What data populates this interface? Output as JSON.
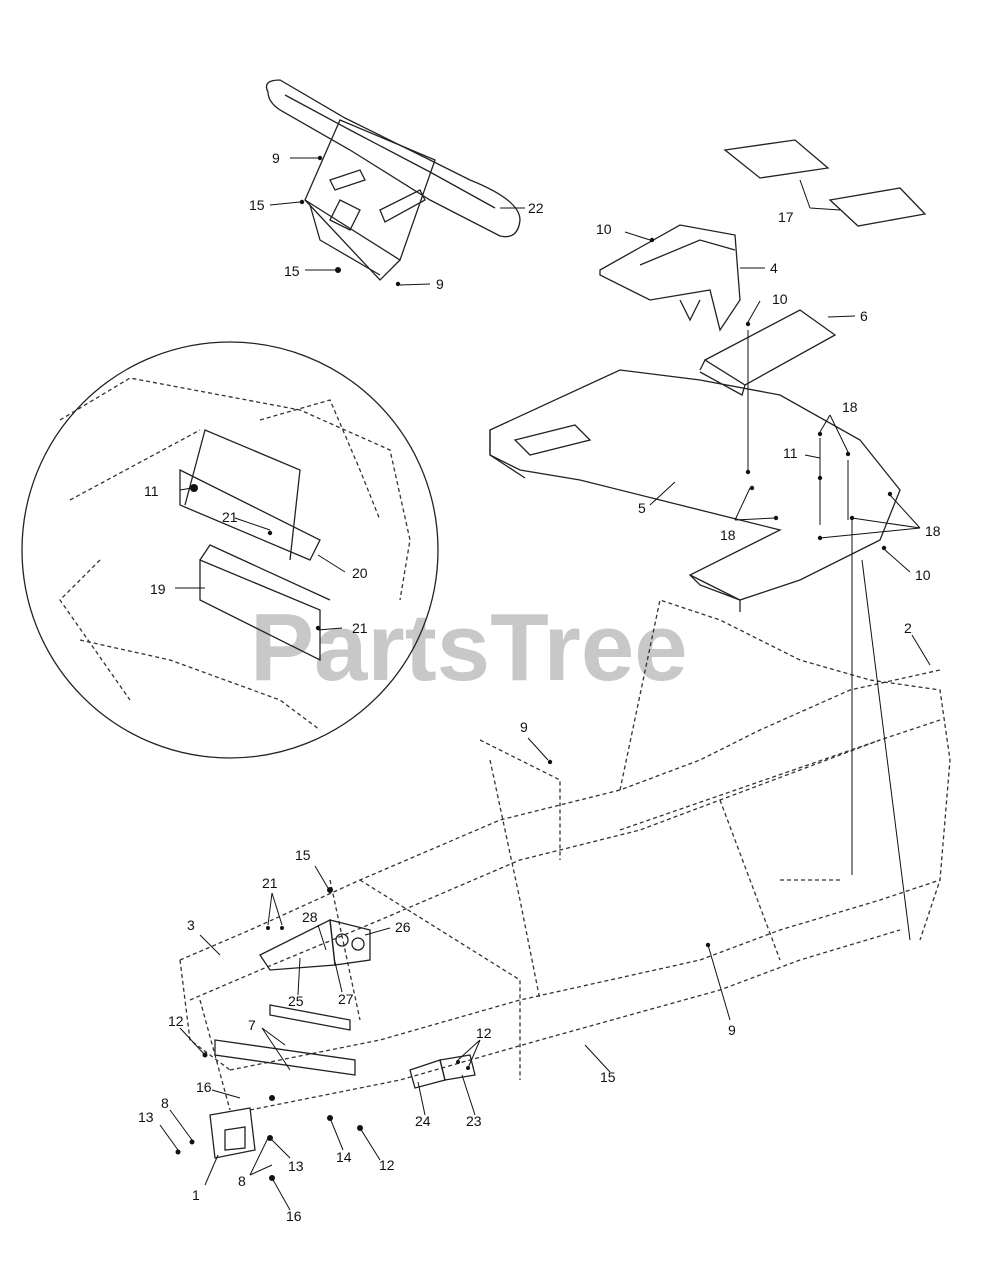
{
  "watermark": "PartsTree",
  "callouts": {
    "p1": "1",
    "p2": "2",
    "p3": "3",
    "p4": "4",
    "p5": "5",
    "p6": "6",
    "p7": "7",
    "p8a": "8",
    "p8b": "8",
    "p9a": "9",
    "p9b": "9",
    "p9c": "9",
    "p9d": "9",
    "p10a": "10",
    "p10b": "10",
    "p10c": "10",
    "p11a": "11",
    "p11b": "11",
    "p12a": "12",
    "p12b": "12",
    "p12c": "12",
    "p13a": "13",
    "p13b": "13",
    "p14": "14",
    "p15a": "15",
    "p15b": "15",
    "p15c": "15",
    "p15d": "15",
    "p16a": "16",
    "p16b": "16",
    "p17": "17",
    "p18a": "18",
    "p18b": "18",
    "p18c": "18",
    "p19": "19",
    "p20": "20",
    "p21a": "21",
    "p21b": "21",
    "p21c": "21",
    "p22": "22",
    "p23": "23",
    "p24": "24",
    "p25": "25",
    "p26": "26",
    "p27": "27",
    "p28": "28"
  }
}
